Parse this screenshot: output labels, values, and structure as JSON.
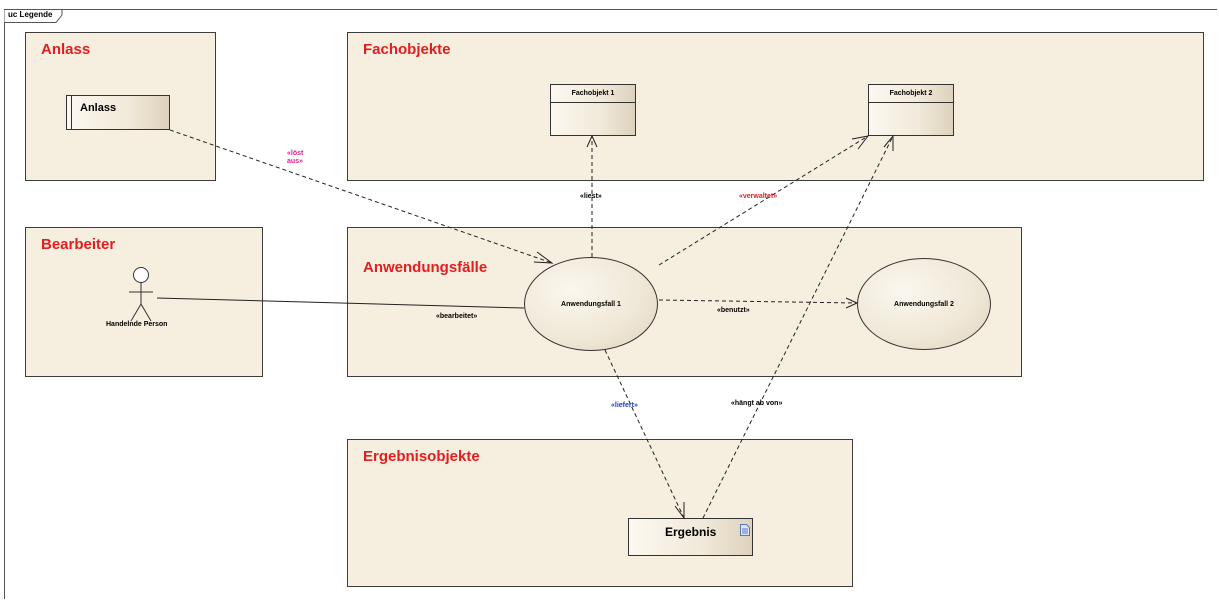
{
  "diagram": {
    "frame_title": "uc Legende",
    "packages": {
      "anlass": "Anlass",
      "fachobjekte": "Fachobjekte",
      "bearbeiter": "Bearbeiter",
      "anwendungsfaelle": "Anwendungsfälle",
      "ergebnisobjekte": "Ergebnisobjekte"
    },
    "elements": {
      "anlass_box": "Anlass",
      "fachobjekt1": "Fachobjekt 1",
      "fachobjekt2": "Fachobjekt 2",
      "actor": "Handelnde Person",
      "usecase1": "Anwendungsfall 1",
      "usecase2": "Anwendungsfall 2",
      "ergebnis": "Ergebnis"
    },
    "relations": {
      "loest_aus_1": "«löst",
      "loest_aus_2": "aus»",
      "liest": "«liest»",
      "verwaltet": "«verwaltet»",
      "bearbeitet": "«bearbeitet»",
      "benutzt": "«benutzt»",
      "liefert": "«liefert»",
      "haengt_ab_von": "«hängt ab von»"
    },
    "colors": {
      "package_fill": "#f6eedf",
      "package_title": "#e02020",
      "loest_aus": "#e0208a",
      "verwaltet": "#e02020",
      "liefert": "#2040c0",
      "default_text": "#000000"
    }
  }
}
